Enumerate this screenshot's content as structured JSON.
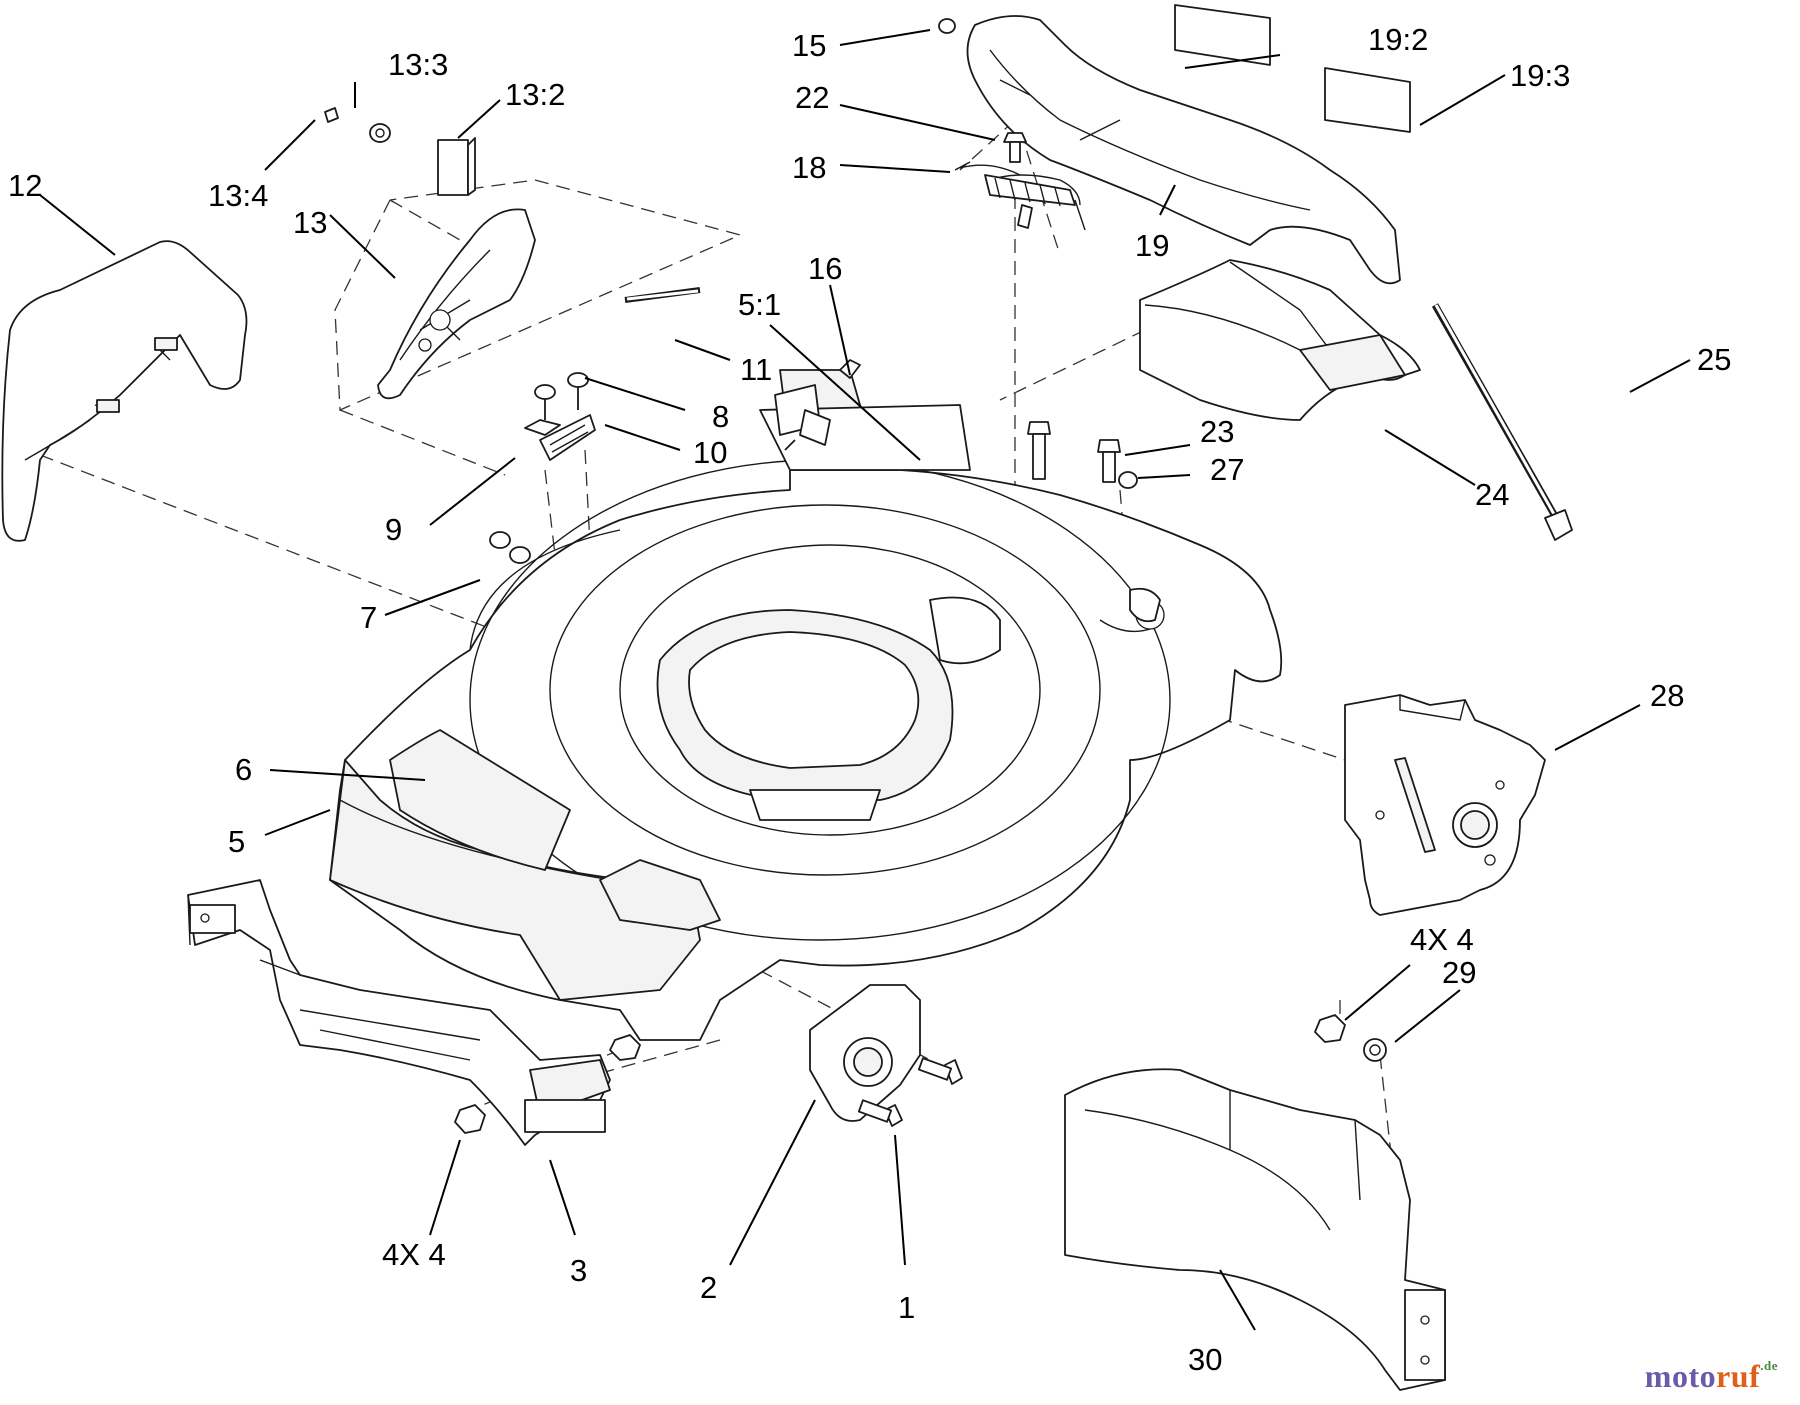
{
  "callouts": {
    "c1": "1",
    "c2": "2",
    "c3": "3",
    "c4x4_left": "4X 4",
    "c5": "5",
    "c5_1": "5:1",
    "c6": "6",
    "c7": "7",
    "c8": "8",
    "c9": "9",
    "c10": "10",
    "c11": "11",
    "c12": "12",
    "c13": "13",
    "c13_2": "13:2",
    "c13_3": "13:3",
    "c13_4": "13:4",
    "c15": "15",
    "c16": "16",
    "c18": "18",
    "c19": "19",
    "c19_2": "19:2",
    "c19_3": "19:3",
    "c22": "22",
    "c23": "23",
    "c24": "24",
    "c25": "25",
    "c27": "27",
    "c28": "28",
    "c29": "29",
    "c4x4_right": "4X 4",
    "c30": "30"
  },
  "watermark": {
    "part1": "moto",
    "part2": "ruf",
    "part3": ".de"
  }
}
